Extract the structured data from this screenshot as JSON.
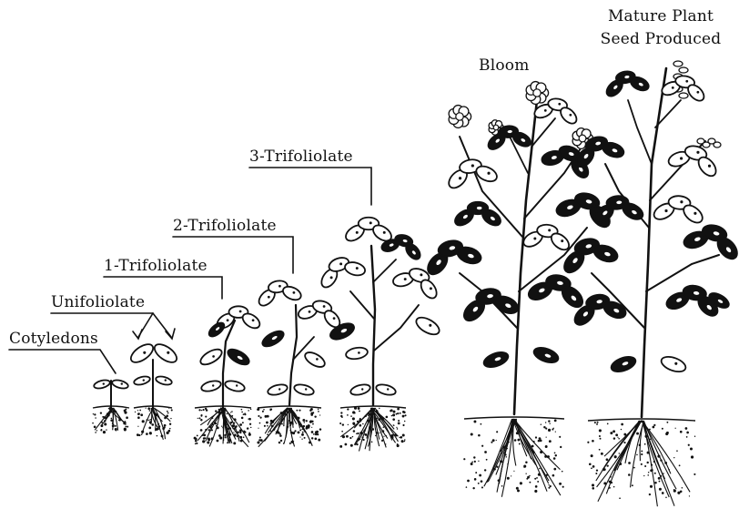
{
  "stages": {
    "cotyledons": "Cotyledons",
    "unifoliolate": "Unifoliolate",
    "trifoliolate_1": "1-Trifoliolate",
    "trifoliolate_2": "2-Trifoliolate",
    "trifoliolate_3": "3-Trifoliolate",
    "bloom": "Bloom",
    "mature_line1": "Mature  Plant",
    "mature_line2": "Seed  Produced"
  },
  "colors": {
    "ink": "#111111",
    "paper": "#ffffff"
  }
}
